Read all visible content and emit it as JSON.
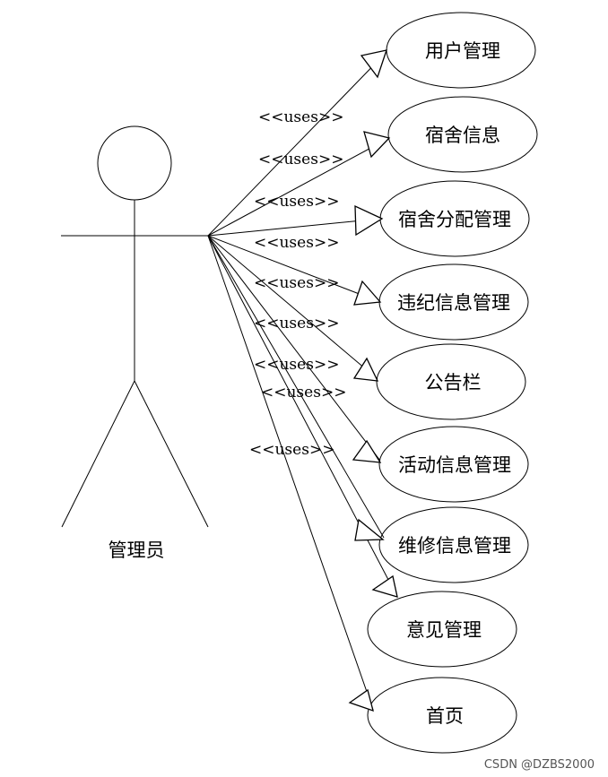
{
  "actor": {
    "label": "管理员"
  },
  "use_cases": [
    {
      "label": "用户管理"
    },
    {
      "label": "宿舍信息"
    },
    {
      "label": "宿舍分配管理"
    },
    {
      "label": "违纪信息管理"
    },
    {
      "label": "公告栏"
    },
    {
      "label": "活动信息管理"
    },
    {
      "label": "维修信息管理"
    },
    {
      "label": "意见管理"
    },
    {
      "label": "首页"
    }
  ],
  "stereotypes": [
    "<<uses>>",
    "<<uses>>",
    "<<uses>>",
    "<<uses>>",
    "<<uses>>",
    "<<uses>>",
    "<<uses>>",
    "<<uses>>",
    "<<uses>>"
  ],
  "watermark": "CSDN @DZBS2000"
}
